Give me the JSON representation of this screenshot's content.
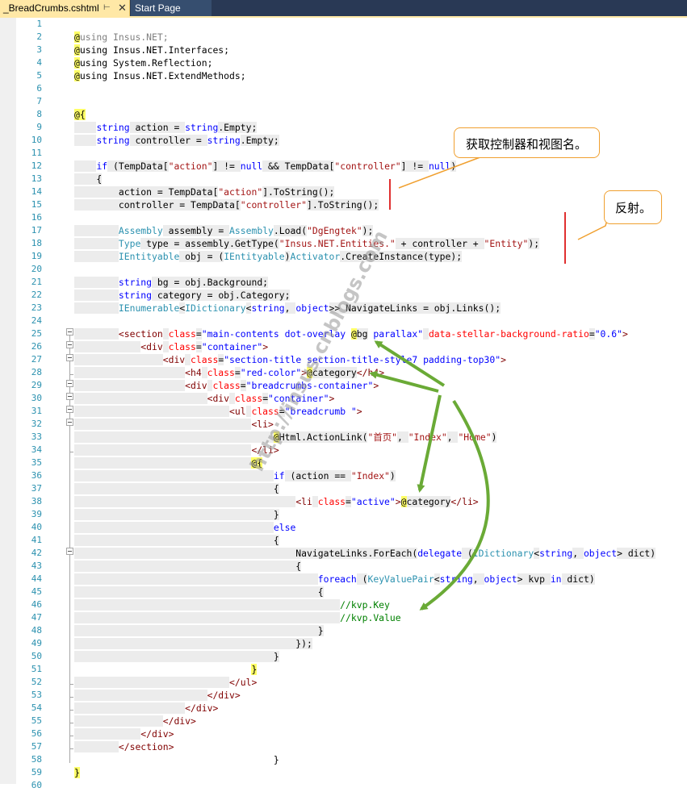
{
  "tabs": [
    {
      "label": "_BreadCrumbs.cshtml",
      "pin_icon": "pin-icon",
      "close_icon": "close-icon",
      "active": true
    },
    {
      "label": "Start Page",
      "active": false
    }
  ],
  "line_numbers": [
    "1",
    "2",
    "3",
    "4",
    "5",
    "6",
    "7",
    "8",
    "9",
    "10",
    "11",
    "12",
    "13",
    "14",
    "15",
    "16",
    "17",
    "18",
    "19",
    "20",
    "21",
    "22",
    "23",
    "24",
    "25",
    "26",
    "27",
    "28",
    "29",
    "30",
    "31",
    "32",
    "33",
    "34",
    "35",
    "36",
    "37",
    "38",
    "39",
    "40",
    "41",
    "42",
    "43",
    "44",
    "45",
    "46",
    "47",
    "48",
    "49",
    "50",
    "51",
    "52",
    "53",
    "54",
    "55",
    "56",
    "57",
    "58",
    "59",
    "60"
  ],
  "code": [
    [],
    [
      [
        "rz",
        "@"
      ],
      [
        "gr",
        "using"
      ],
      [
        "gr",
        " Insus.NET;"
      ]
    ],
    [
      [
        "rz",
        "@"
      ],
      [
        "",
        "using Insus.NET.Interfaces;"
      ]
    ],
    [
      [
        "rz",
        "@"
      ],
      [
        "",
        "using System.Reflection;"
      ]
    ],
    [
      [
        "rz",
        "@"
      ],
      [
        "",
        "using Insus.NET.ExtendMethods;"
      ]
    ],
    [],
    [],
    [
      [
        "rz",
        "@{"
      ]
    ],
    [
      [
        "sh",
        "    "
      ],
      [
        "kw",
        "string"
      ],
      [
        "sh",
        " action = "
      ],
      [
        "kw",
        "string"
      ],
      [
        "sh",
        ".Empty;"
      ]
    ],
    [
      [
        "sh",
        "    "
      ],
      [
        "kw",
        "string"
      ],
      [
        "sh",
        " controller = "
      ],
      [
        "kw",
        "string"
      ],
      [
        "sh",
        ".Empty;"
      ]
    ],
    [
      [
        "sh",
        ""
      ]
    ],
    [
      [
        "sh",
        "    "
      ],
      [
        "kw",
        "if"
      ],
      [
        "sh",
        " (TempData["
      ],
      [
        "st",
        "\"action\""
      ],
      [
        "sh",
        "] != "
      ],
      [
        "kw",
        "null"
      ],
      [
        "sh",
        " && TempData["
      ],
      [
        "st",
        "\"controller\""
      ],
      [
        "sh",
        "] != "
      ],
      [
        "kw",
        "null"
      ],
      [
        "sh",
        ")"
      ]
    ],
    [
      [
        "sh",
        "    {"
      ]
    ],
    [
      [
        "sh",
        "        action = TempData["
      ],
      [
        "st",
        "\"action\""
      ],
      [
        "sh",
        "].ToString();"
      ]
    ],
    [
      [
        "sh",
        "        controller = TempData["
      ],
      [
        "st",
        "\"controller\""
      ],
      [
        "sh",
        "].ToString();"
      ]
    ],
    [
      [
        "sh",
        ""
      ]
    ],
    [
      [
        "sh",
        "        "
      ],
      [
        "ty",
        "Assembly"
      ],
      [
        "sh",
        " assembly = "
      ],
      [
        "ty",
        "Assembly"
      ],
      [
        "sh",
        ".Load("
      ],
      [
        "st",
        "\"DgEngtek\""
      ],
      [
        "sh",
        ");"
      ]
    ],
    [
      [
        "sh",
        "        "
      ],
      [
        "ty",
        "Type"
      ],
      [
        "sh",
        " type = assembly.GetType("
      ],
      [
        "st",
        "\"Insus.NET.Entities.\""
      ],
      [
        "sh",
        " + controller + "
      ],
      [
        "st",
        "\"Entity\""
      ],
      [
        "sh",
        ");"
      ]
    ],
    [
      [
        "sh",
        "        "
      ],
      [
        "ty",
        "IEntityable"
      ],
      [
        "sh",
        " obj = ("
      ],
      [
        "ty",
        "IEntityable"
      ],
      [
        "sh",
        ")"
      ],
      [
        "ty",
        "Activator"
      ],
      [
        "sh",
        ".CreateInstance(type);"
      ]
    ],
    [
      [
        "sh",
        ""
      ]
    ],
    [
      [
        "sh",
        "        "
      ],
      [
        "kw",
        "string"
      ],
      [
        "sh",
        " bg = obj.Background;"
      ]
    ],
    [
      [
        "sh",
        "        "
      ],
      [
        "kw",
        "string"
      ],
      [
        "sh",
        " category = obj.Category;"
      ]
    ],
    [
      [
        "sh",
        "        "
      ],
      [
        "ty",
        "IEnumerable"
      ],
      [
        "sh",
        "<"
      ],
      [
        "ty",
        "IDictionary"
      ],
      [
        "sh",
        "<"
      ],
      [
        "kw",
        "string"
      ],
      [
        "sh",
        ", "
      ],
      [
        "kw",
        "object"
      ],
      [
        "sh",
        ">> NavigateLinks = obj.Links();"
      ]
    ],
    [
      [
        "sh",
        ""
      ]
    ],
    [
      [
        "sh",
        "        "
      ],
      [
        "tg",
        "<section"
      ],
      [
        "sh",
        " "
      ],
      [
        "at",
        "class"
      ],
      [
        "sh",
        "="
      ],
      [
        "av",
        "\"main-contents dot-overlay "
      ],
      [
        "rz",
        "@"
      ],
      [
        "sh",
        "bg"
      ],
      [
        "av",
        " parallax\""
      ],
      [
        "sh",
        " "
      ],
      [
        "at",
        "data-stellar-background-ratio"
      ],
      [
        "sh",
        "="
      ],
      [
        "av",
        "\"0.6\""
      ],
      [
        "tg",
        ">"
      ]
    ],
    [
      [
        "sh",
        "            "
      ],
      [
        "tg",
        "<div"
      ],
      [
        "sh",
        " "
      ],
      [
        "at",
        "class"
      ],
      [
        "sh",
        "="
      ],
      [
        "av",
        "\"container\""
      ],
      [
        "tg",
        ">"
      ]
    ],
    [
      [
        "sh",
        "                "
      ],
      [
        "tg",
        "<div"
      ],
      [
        "sh",
        " "
      ],
      [
        "at",
        "class"
      ],
      [
        "sh",
        "="
      ],
      [
        "av",
        "\"section-title section-title-style7 padding-top30\""
      ],
      [
        "tg",
        ">"
      ]
    ],
    [
      [
        "sh",
        "                    "
      ],
      [
        "tg",
        "<h4"
      ],
      [
        "sh",
        " "
      ],
      [
        "at",
        "class"
      ],
      [
        "sh",
        "="
      ],
      [
        "av",
        "\"red-color\""
      ],
      [
        "tg",
        ">"
      ],
      [
        "rz",
        "@"
      ],
      [
        "sh",
        "category"
      ],
      [
        "tg",
        "</h4>"
      ]
    ],
    [
      [
        "sh",
        "                    "
      ],
      [
        "tg",
        "<div"
      ],
      [
        "sh",
        " "
      ],
      [
        "at",
        "class"
      ],
      [
        "sh",
        "="
      ],
      [
        "av",
        "\"breadcrumbs-container\""
      ],
      [
        "tg",
        ">"
      ]
    ],
    [
      [
        "sh",
        "                        "
      ],
      [
        "tg",
        "<div"
      ],
      [
        "sh",
        " "
      ],
      [
        "at",
        "class"
      ],
      [
        "sh",
        "="
      ],
      [
        "av",
        "\"container\""
      ],
      [
        "tg",
        ">"
      ]
    ],
    [
      [
        "sh",
        "                            "
      ],
      [
        "tg",
        "<ul"
      ],
      [
        "sh",
        " "
      ],
      [
        "at",
        "class"
      ],
      [
        "sh",
        "="
      ],
      [
        "av",
        "\"breadcrumb \""
      ],
      [
        "tg",
        ">"
      ]
    ],
    [
      [
        "sh",
        "                                "
      ],
      [
        "tg",
        "<li>"
      ]
    ],
    [
      [
        "sh",
        "                                    "
      ],
      [
        "rz",
        "@"
      ],
      [
        "sh",
        "Html.ActionLink("
      ],
      [
        "st",
        "\"首页\""
      ],
      [
        "sh",
        ", "
      ],
      [
        "st",
        "\"Index\""
      ],
      [
        "sh",
        ", "
      ],
      [
        "st",
        "\"Home\""
      ],
      [
        "sh",
        ")"
      ]
    ],
    [
      [
        "sh",
        "                                "
      ],
      [
        "tg",
        "</li>"
      ]
    ],
    [
      [
        "sh",
        "                                "
      ],
      [
        "rz",
        "@{"
      ]
    ],
    [
      [
        "sh",
        "                                    "
      ],
      [
        "kw",
        "if"
      ],
      [
        "sh",
        " (action == "
      ],
      [
        "st",
        "\"Index\""
      ],
      [
        "sh",
        ")"
      ]
    ],
    [
      [
        "sh",
        "                                    {"
      ]
    ],
    [
      [
        "sh",
        "                                        "
      ],
      [
        "tg",
        "<li"
      ],
      [
        "sh",
        " "
      ],
      [
        "at",
        "class"
      ],
      [
        "sh",
        "="
      ],
      [
        "av",
        "\"active\""
      ],
      [
        "tg",
        ">"
      ],
      [
        "rz",
        "@"
      ],
      [
        "sh",
        "category"
      ],
      [
        "tg",
        "</li>"
      ]
    ],
    [
      [
        "sh",
        "                                    }"
      ]
    ],
    [
      [
        "sh",
        "                                    "
      ],
      [
        "kw",
        "else"
      ]
    ],
    [
      [
        "sh",
        "                                    {"
      ]
    ],
    [
      [
        "sh",
        "                                        NavigateLinks.ForEach("
      ],
      [
        "kw",
        "delegate"
      ],
      [
        "sh",
        " ("
      ],
      [
        "ty",
        "IDictionary"
      ],
      [
        "sh",
        "<"
      ],
      [
        "kw",
        "string"
      ],
      [
        "sh",
        ", "
      ],
      [
        "kw",
        "object"
      ],
      [
        "sh",
        "> dict)"
      ]
    ],
    [
      [
        "sh",
        "                                        {"
      ]
    ],
    [
      [
        "sh",
        "                                            "
      ],
      [
        "kw",
        "foreach"
      ],
      [
        "sh",
        " ("
      ],
      [
        "ty",
        "KeyValuePair"
      ],
      [
        "sh",
        "<"
      ],
      [
        "kw",
        "string"
      ],
      [
        "sh",
        ", "
      ],
      [
        "kw",
        "object"
      ],
      [
        "sh",
        "> kvp "
      ],
      [
        "kw",
        "in"
      ],
      [
        "sh",
        " dict)"
      ]
    ],
    [
      [
        "sh",
        "                                            {"
      ]
    ],
    [
      [
        "sh",
        "                                                "
      ],
      [
        "cm",
        "//kvp.Key"
      ]
    ],
    [
      [
        "sh",
        "                                                "
      ],
      [
        "cm",
        "//kvp.Value"
      ]
    ],
    [
      [
        "sh",
        "                                            }"
      ]
    ],
    [
      [
        "sh",
        "                                        });"
      ]
    ],
    [
      [
        "sh",
        "                                    }"
      ]
    ],
    [
      [
        "",
        "                                "
      ],
      [
        "rz",
        "}"
      ]
    ],
    [
      [
        "sh",
        "                            "
      ],
      [
        "tg",
        "</ul>"
      ]
    ],
    [
      [
        "sh",
        "                        "
      ],
      [
        "tg",
        "</div>"
      ]
    ],
    [
      [
        "sh",
        "                    "
      ],
      [
        "tg",
        "</div>"
      ]
    ],
    [
      [
        "sh",
        "                "
      ],
      [
        "tg",
        "</div>"
      ]
    ],
    [
      [
        "sh",
        "            "
      ],
      [
        "tg",
        "</div>"
      ]
    ],
    [
      [
        "sh",
        "        "
      ],
      [
        "tg",
        "</section>"
      ]
    ],
    [
      [
        "",
        "                                    }"
      ]
    ],
    [
      [
        "rz",
        "}"
      ]
    ],
    []
  ],
  "annotations": {
    "callout_1": "获取控制器和视图名。",
    "callout_2": "反射。",
    "watermark": "http://insus.cnblogs.com"
  },
  "colors": {
    "tab_active": "#ffe8a6",
    "tab_strip": "#293955",
    "keyword": "#0000ff",
    "type": "#2b91af",
    "string": "#a31515",
    "comment": "#008000",
    "razor_highlight": "#ffff66",
    "callout_border": "#f0a030",
    "annotation_arrow": "#6aaa36"
  }
}
